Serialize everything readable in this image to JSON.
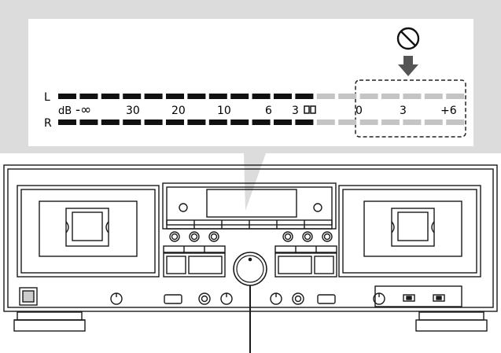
{
  "meter": {
    "channel_left": "L",
    "channel_right": "R",
    "scale_labels": [
      "dB",
      "-∞",
      "30",
      "20",
      "10",
      "6",
      "3",
      "0",
      "3",
      "+6"
    ],
    "segments_total": 19,
    "segments_lit": 12,
    "prohibited_zone_labels": [
      "0",
      "3",
      "+6"
    ]
  },
  "colors": {
    "callout_bg": "#dcdcdc",
    "segment_lit": "#111111",
    "segment_unlit": "#c4c4c4",
    "line": "#1a1a1a"
  },
  "icons": [
    "prohibited-icon",
    "down-arrow-icon"
  ]
}
